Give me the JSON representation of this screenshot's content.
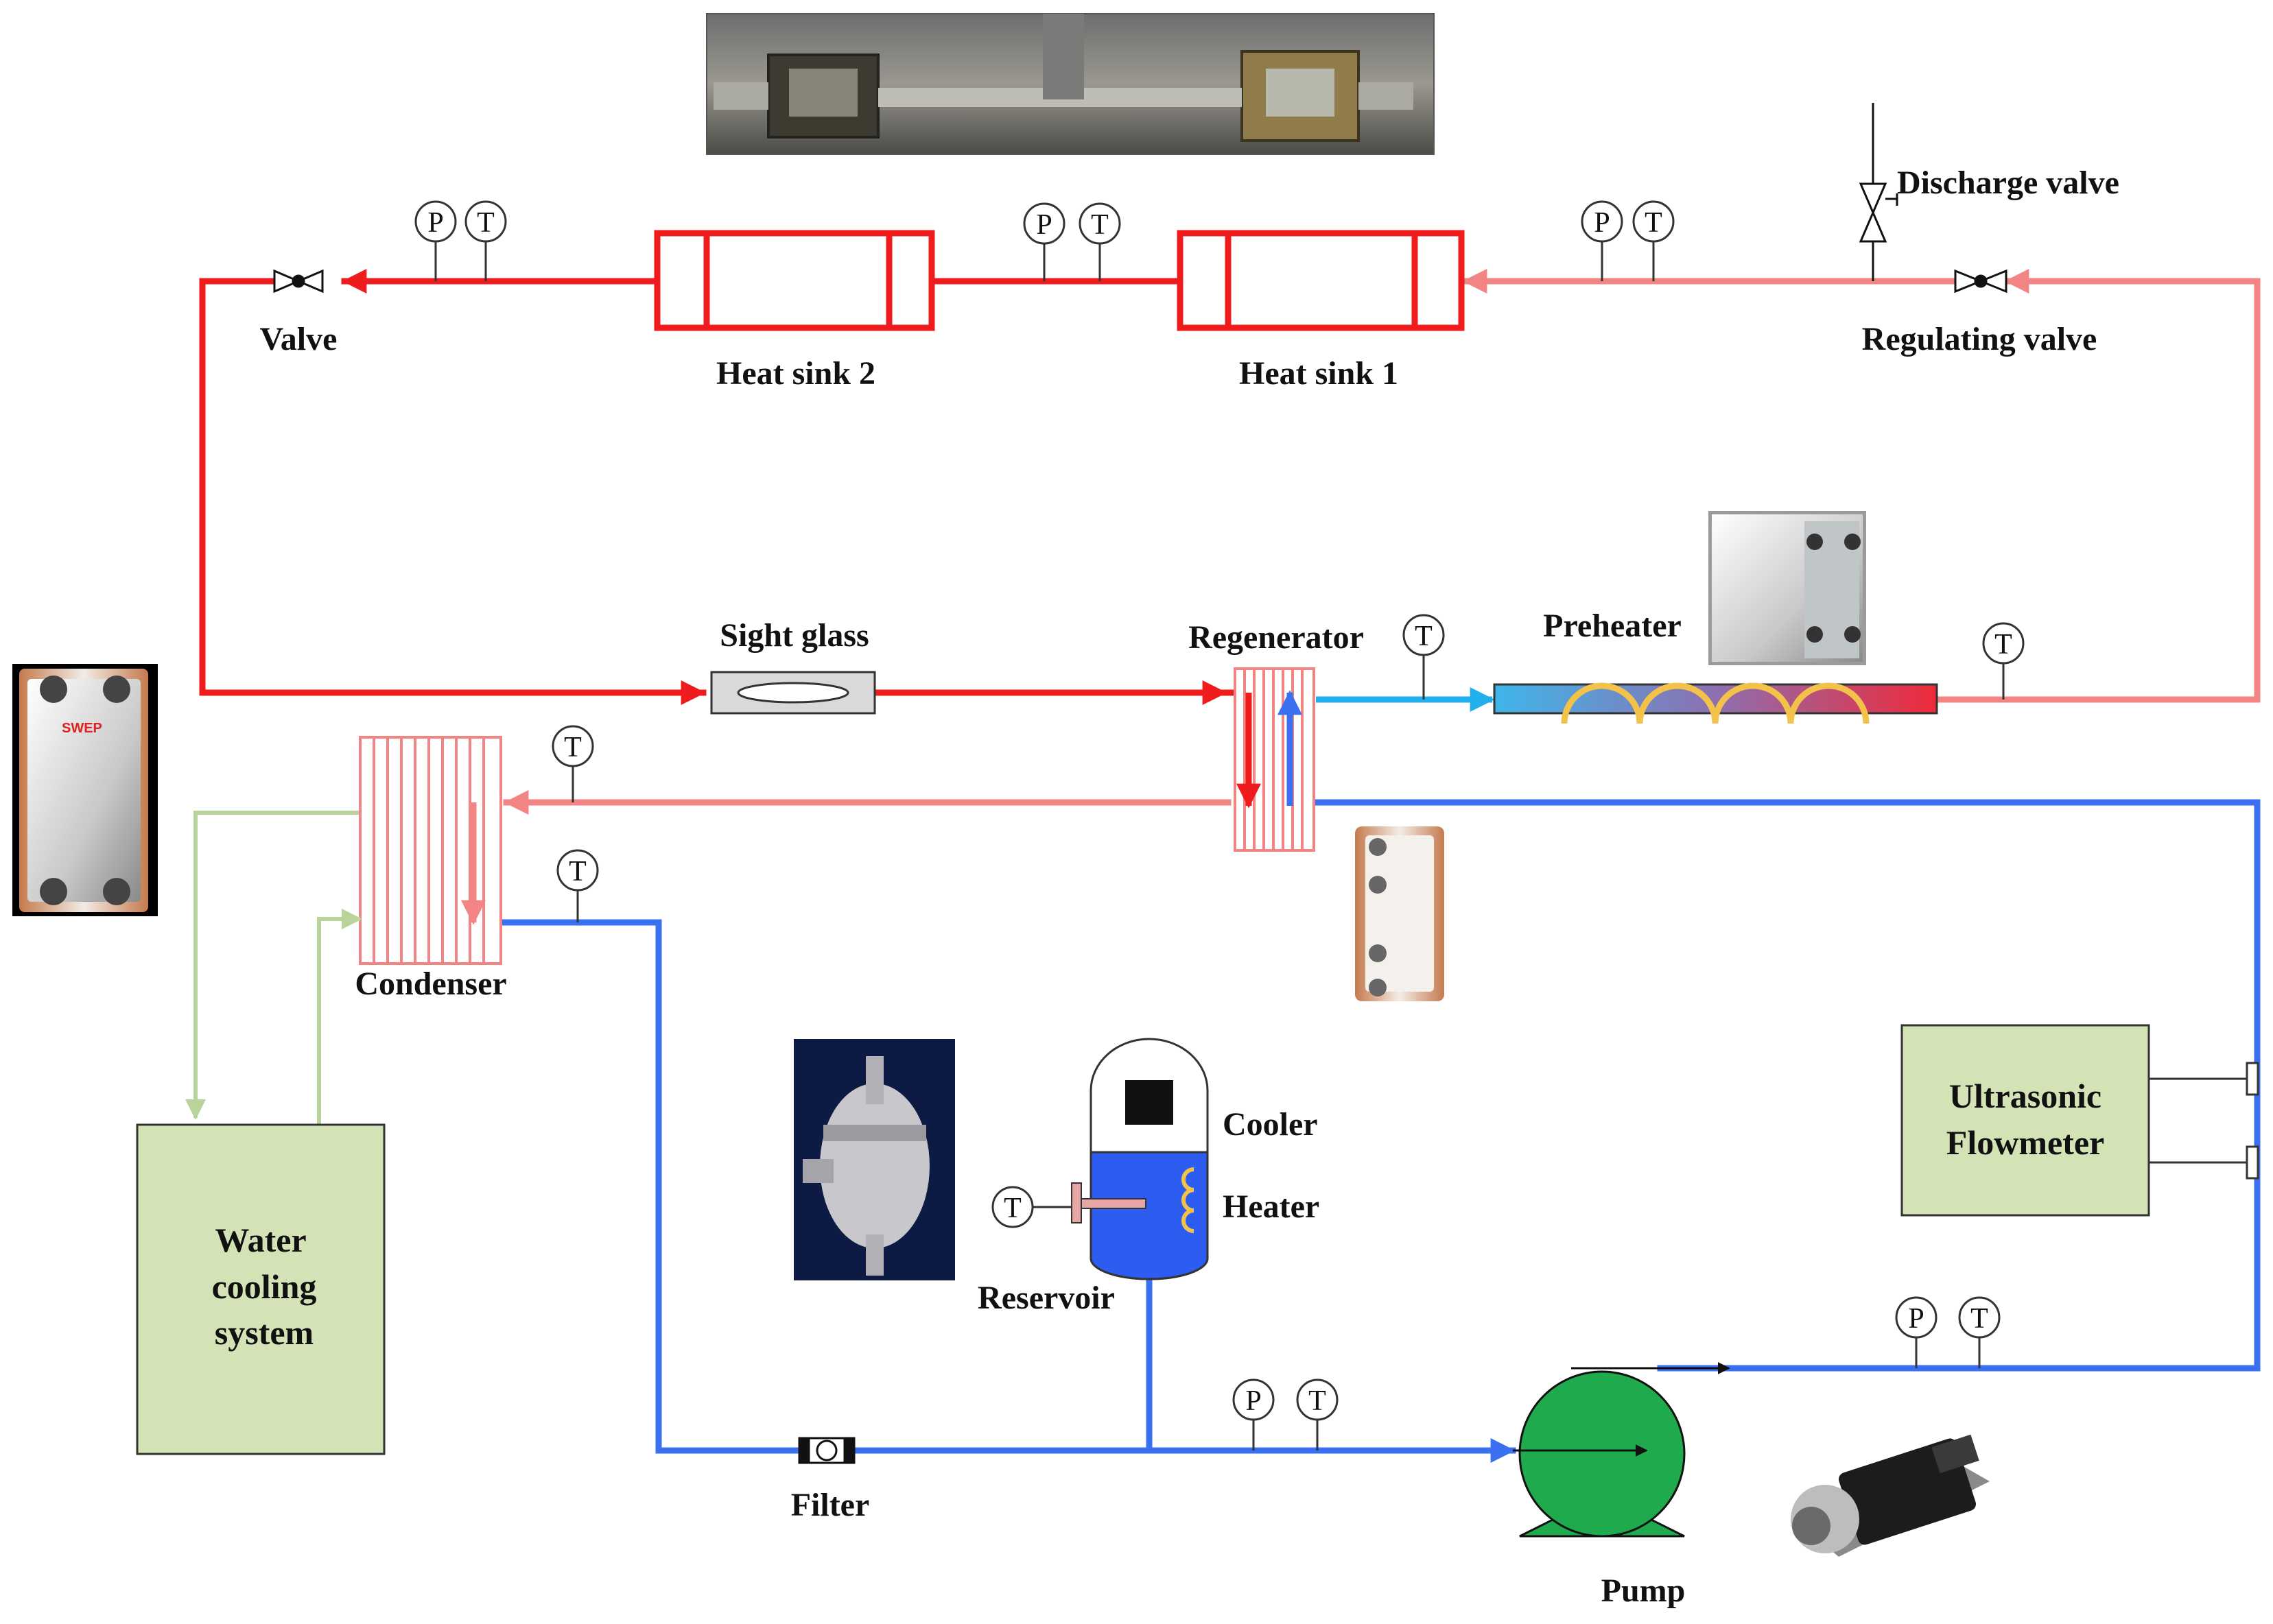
{
  "labels": {
    "discharge_valve": "Discharge valve",
    "regulating_valve": "Regulating valve",
    "valve": "Valve",
    "heat_sink_2": "Heat sink 2",
    "heat_sink_1": "Heat sink 1",
    "sight_glass": "Sight glass",
    "regenerator": "Regenerator",
    "preheater": "Preheater",
    "condenser": "Condenser",
    "cooler": "Cooler",
    "heater": "Heater",
    "reservoir": "Reservoir",
    "filter": "Filter",
    "pump": "Pump",
    "flowmeter_line1": "Ultrasonic",
    "flowmeter_line2": "Flowmeter",
    "water_line1": "Water",
    "water_line2": "cooling",
    "water_line3": "system"
  },
  "gauges": {
    "pressure": "P",
    "temperature": "T"
  },
  "colors": {
    "hot_line": "#ee1c1c",
    "warm_line": "#f28484",
    "cold_line": "#3a6ff0",
    "light_blue_line": "#22b0ec",
    "cooling_water_line": "#b8d49a",
    "box_fill": "#d4e3b5",
    "pump_fill": "#1faa4d",
    "reservoir_water": "#2d5cf0",
    "heater_coil": "#f2c24a"
  }
}
